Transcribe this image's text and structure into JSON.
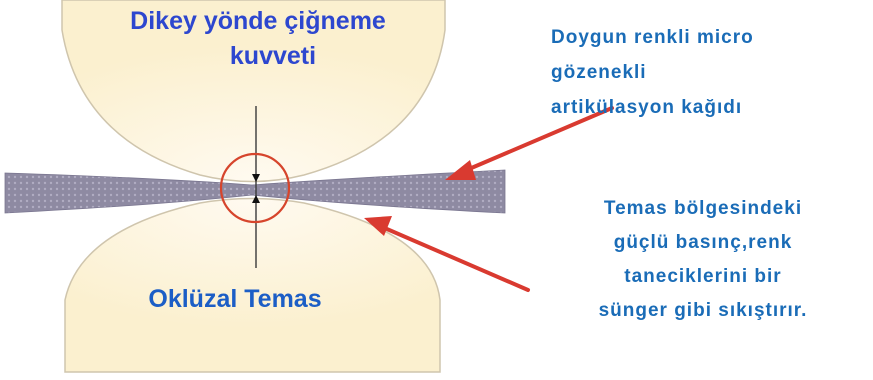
{
  "labels": {
    "vertical_force": [
      "Dikey yönde çiğneme",
      "kuvveti"
    ],
    "occlusal_contact": "Oklüzal Temas",
    "articulation_paper": [
      "Doygun renkli micro",
      "gözenekli",
      "artikülasyon kağıdı"
    ],
    "contact_pressure": [
      "Temas bölgesindeki",
      "güçlü basınç,renk",
      "taneciklerini bir",
      "sünger gibi sıkıştırır."
    ]
  },
  "colors": {
    "tooth_fill": "#fcf3d6",
    "tooth_edge": "#cfc5ad",
    "paper_strip": "#8e8aa2",
    "contact_circle": "#d6452c",
    "callout_arrow": "#d93a30",
    "force_line": "#3a3a3a",
    "title_blue": "#2d47cf",
    "note_blue": "#1a6cb7"
  }
}
